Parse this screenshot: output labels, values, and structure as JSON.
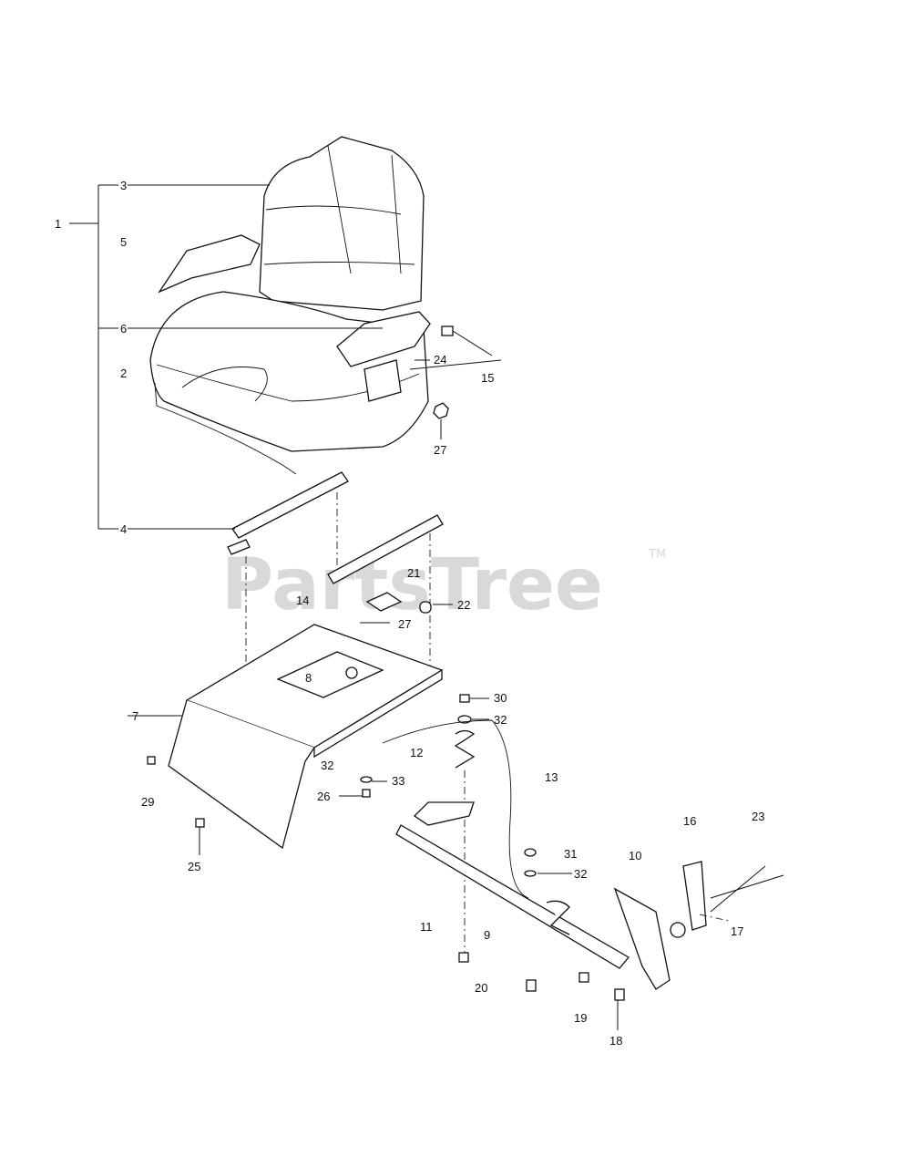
{
  "watermark": {
    "text": "PartsTree",
    "trademark": "TM"
  },
  "callouts": [
    "1",
    "3",
    "5",
    "6",
    "2",
    "24",
    "15",
    "27",
    "4",
    "21",
    "22",
    "14",
    "27",
    "8",
    "7",
    "30",
    "32",
    "12",
    "32",
    "33",
    "13",
    "26",
    "29",
    "25",
    "16",
    "23",
    "31",
    "10",
    "32",
    "11",
    "9",
    "17",
    "20",
    "19",
    "18"
  ]
}
